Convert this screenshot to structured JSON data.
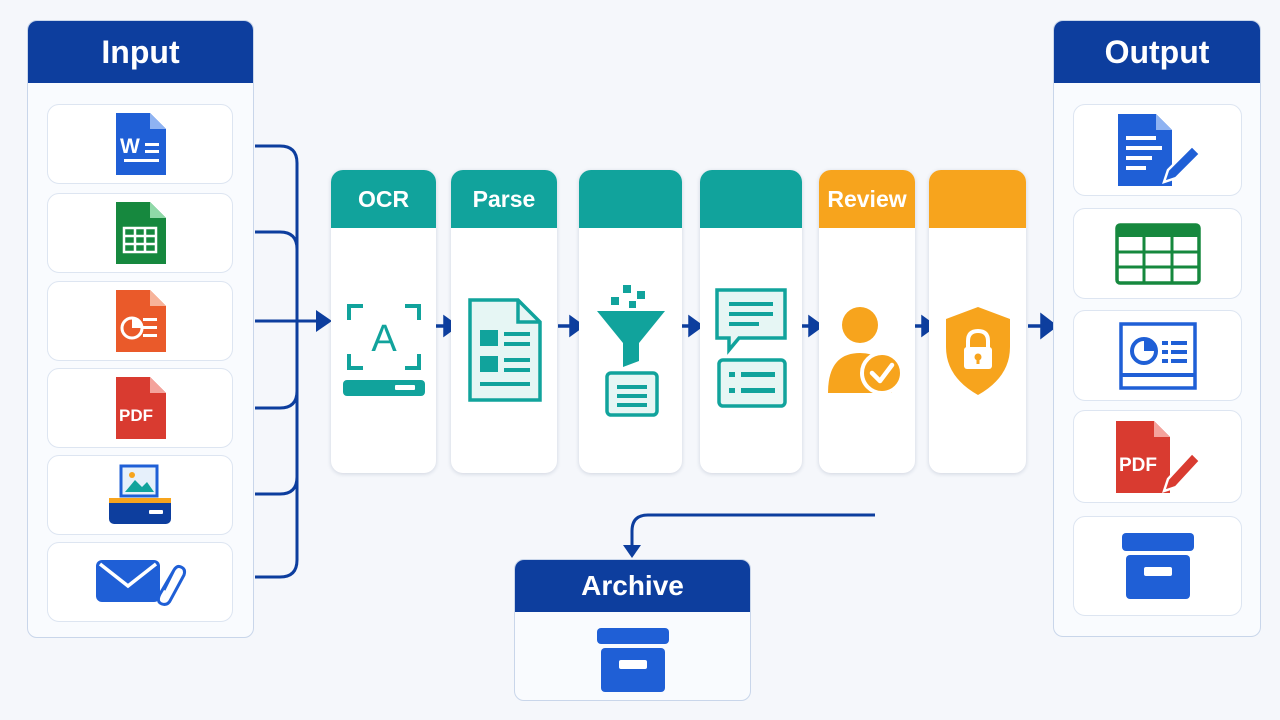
{
  "input": {
    "title": "Input",
    "items": [
      {
        "icon": "word-document-icon",
        "glyph": "W"
      },
      {
        "icon": "spreadsheet-icon"
      },
      {
        "icon": "presentation-icon"
      },
      {
        "icon": "pdf-icon",
        "glyph": "PDF"
      },
      {
        "icon": "scanner-icon"
      },
      {
        "icon": "email-attachment-icon"
      }
    ]
  },
  "stages": [
    {
      "label": "OCR",
      "icon": "ocr-scan-icon",
      "color": "#11a39c"
    },
    {
      "label": "Parse",
      "icon": "parsed-document-icon",
      "color": "#11a39c"
    },
    {
      "label": "",
      "icon": "filter-funnel-icon",
      "color": "#11a39c"
    },
    {
      "label": "",
      "icon": "extracted-fields-icon",
      "color": "#11a39c"
    },
    {
      "label": "Review",
      "icon": "user-approve-icon",
      "color": "#f7a41d"
    },
    {
      "label": "",
      "icon": "security-lock-icon",
      "color": "#f7a41d"
    }
  ],
  "output": {
    "title": "Output",
    "items": [
      {
        "icon": "edit-document-icon"
      },
      {
        "icon": "table-icon"
      },
      {
        "icon": "report-chart-icon"
      },
      {
        "icon": "edit-pdf-icon",
        "glyph": "PDF"
      },
      {
        "icon": "archive-box-icon"
      }
    ]
  },
  "archive": {
    "title": "Archive",
    "icon": "archive-box-icon"
  },
  "colors": {
    "navy": "#0d3e9e",
    "teal": "#11a39c",
    "orange": "#f7a41d",
    "blue": "#1f5fd6"
  }
}
